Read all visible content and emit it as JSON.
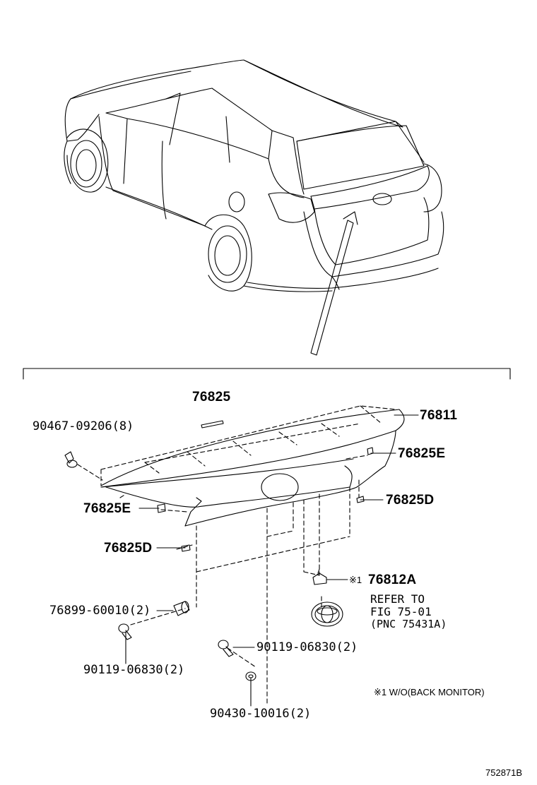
{
  "labels": {
    "p76825": "76825",
    "p76811": "76811",
    "p90467": "90467-09206(8)",
    "p76825E_right": "76825E",
    "p76825E_left": "76825E",
    "p76825D_right": "76825D",
    "p76825D_left": "76825D",
    "p76812A_mark": "※1",
    "p76812A": "76812A",
    "refer_line1": "REFER TO",
    "refer_line2": "FIG 75-01",
    "refer_line3": "(PNC 75431A)",
    "p76899": "76899-60010(2)",
    "p90119_left": "90119-06830(2)",
    "p90119_right": "90119-06830(2)",
    "p90430": "90430-10016(2)",
    "footnote": "※1 W/O(BACK MONITOR)",
    "figure_id": "752871B"
  }
}
